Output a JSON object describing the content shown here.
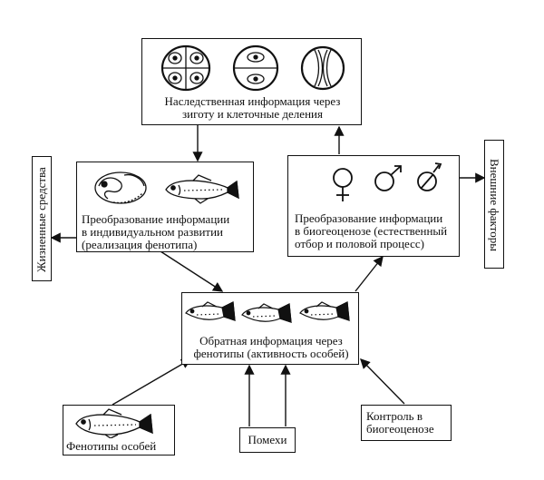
{
  "top_box": {
    "line1": "Наследственная информация через",
    "line2": "зиготу и клеточные деления"
  },
  "left_box": {
    "line1": "Преобразование информации",
    "line2": "в индивидуальном развитии",
    "line3": "(реализация фенотипа)"
  },
  "right_box": {
    "line1": "Преобразование информации",
    "line2": "в биогеоценозе (естественный",
    "line3": "отбор и половой процесс)"
  },
  "center_box": {
    "line1": "Обратная информация через",
    "line2": "фенотипы (активность особей)"
  },
  "side_left": {
    "label": "Жизненные средства"
  },
  "side_right": {
    "label": "Внешние факторы"
  },
  "bottom_left": {
    "label": "Фенотипы особей"
  },
  "bottom_center": {
    "label": "Помехи"
  },
  "bottom_right": {
    "line1": "Контроль в",
    "line2": "биогеоценозе"
  }
}
